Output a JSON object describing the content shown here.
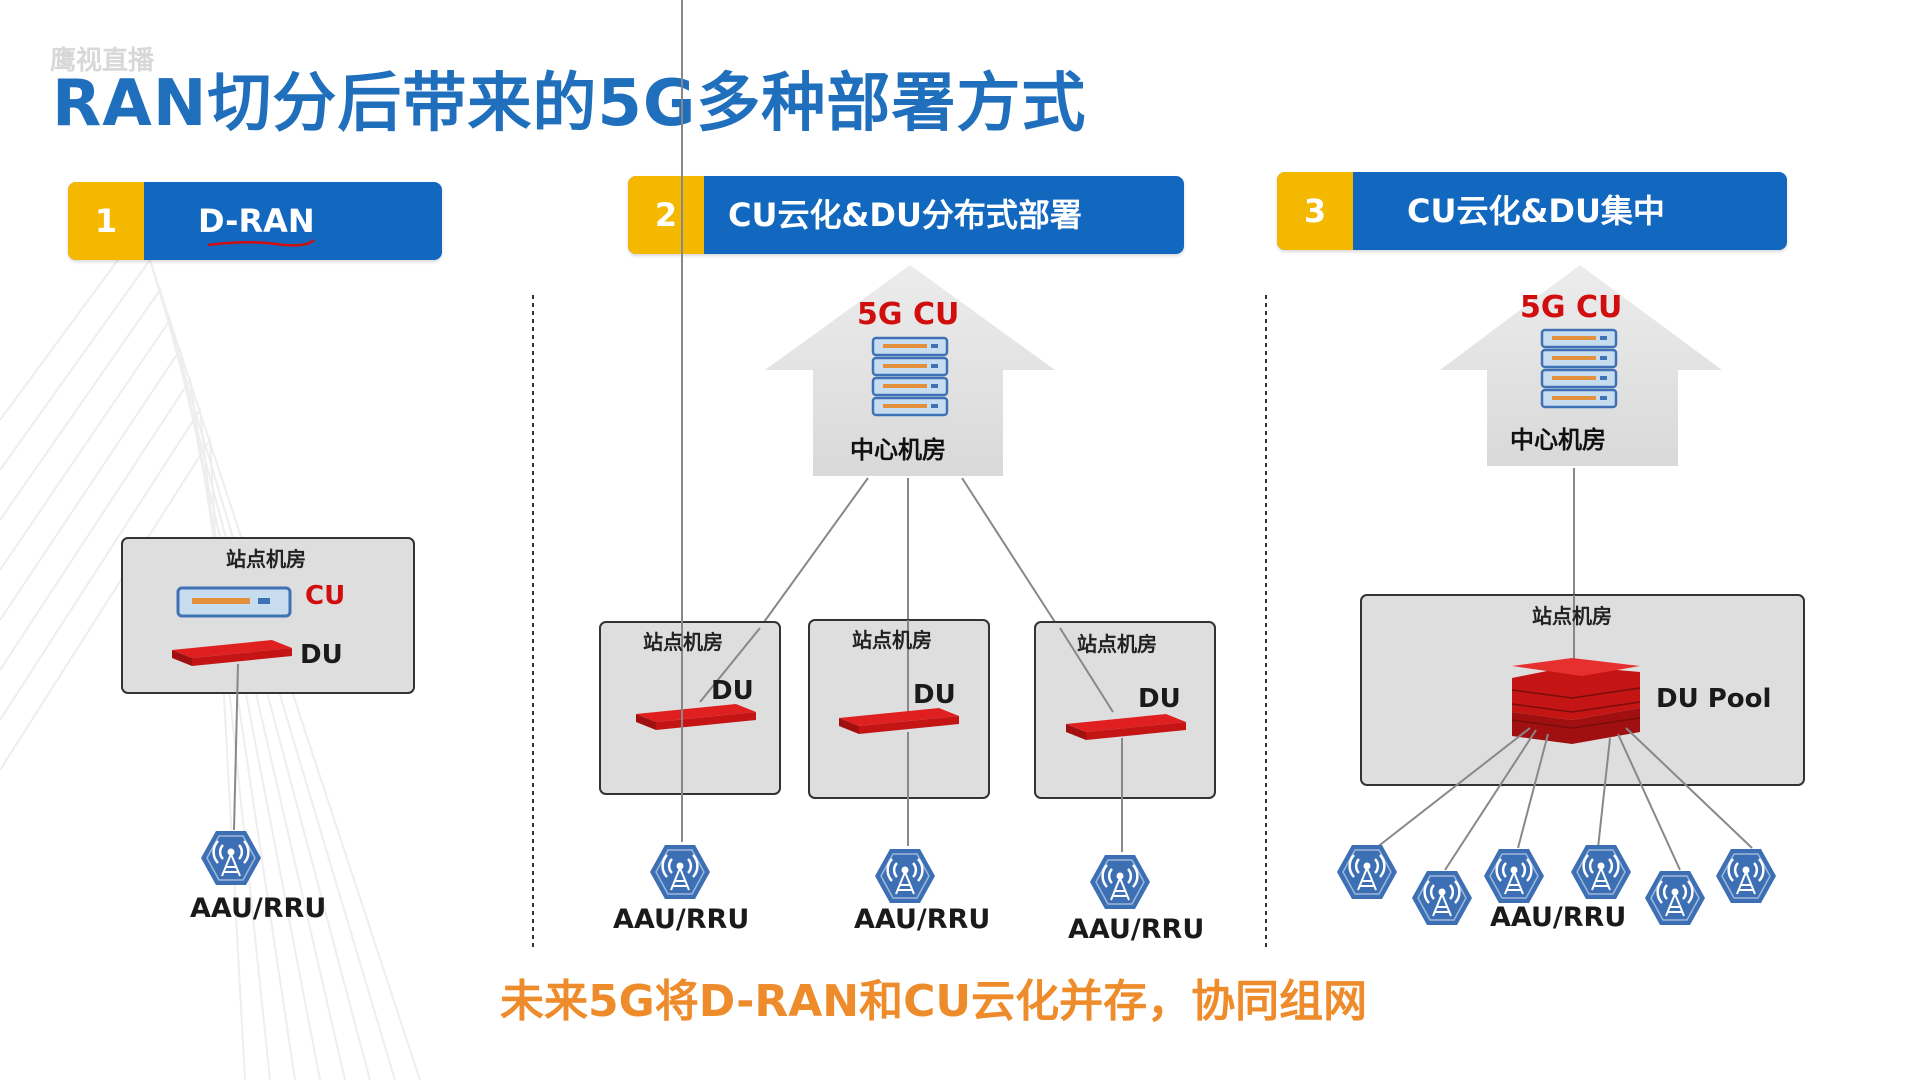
{
  "watermark": "鹰视直播",
  "title": "RAN切分后带来的5G多种部署方式",
  "sections": [
    {
      "num": "1",
      "label": "D-RAN"
    },
    {
      "num": "2",
      "label": "CU云化&DU分布式部署"
    },
    {
      "num": "3",
      "label": "CU云化&DU集中"
    }
  ],
  "labels": {
    "site_room": "站点机房",
    "cu": "CU",
    "du": "DU",
    "du_pool": "DU Pool",
    "aau": "AAU/RRU",
    "cu_5g": "5G CU",
    "center_room": "中心机房"
  },
  "footer": "未来5G将D-RAN和CU云化并存，协同组网",
  "colors": {
    "primary_blue": "#1267bf",
    "number_badge": "#f5b800",
    "device_red": "#d10e0e",
    "footer_orange": "#ee8b2a",
    "antenna_blue": "#3c6fb4"
  },
  "icons": [
    "server-rack-icon",
    "du-board-icon",
    "antenna-icon",
    "building-icon"
  ]
}
